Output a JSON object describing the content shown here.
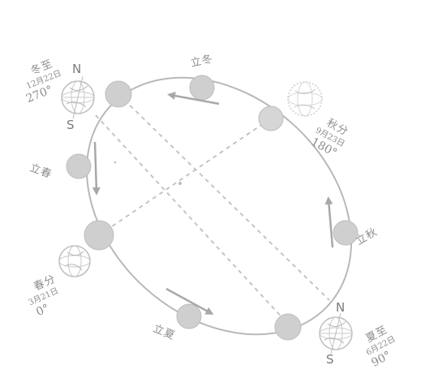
{
  "diagram": {
    "orbit": {
      "stations": {
        "dongzhi": {
          "term": "冬至",
          "date": "12月22日",
          "angle": "270°"
        },
        "chunfen": {
          "term": "春分",
          "date": "3月21日",
          "angle": "0°"
        },
        "xiazhi": {
          "term": "夏至",
          "date": "6月22日",
          "angle": "90°"
        },
        "qiufen": {
          "term": "秋分",
          "date": "9月23日",
          "angle": "180°"
        },
        "lidong": {
          "term": "立冬"
        },
        "lichun": {
          "term": "立春"
        },
        "lixia": {
          "term": "立夏"
        },
        "liqiu": {
          "term": "立秋"
        }
      },
      "poles": {
        "north": "N",
        "south": "S"
      }
    },
    "colors": {
      "line": "#b8b8b8",
      "planet": "#cfcfcf",
      "planet_edge": "#bdbdbd",
      "text": "#8c8c8c",
      "grid": "#c9c9c9"
    }
  }
}
